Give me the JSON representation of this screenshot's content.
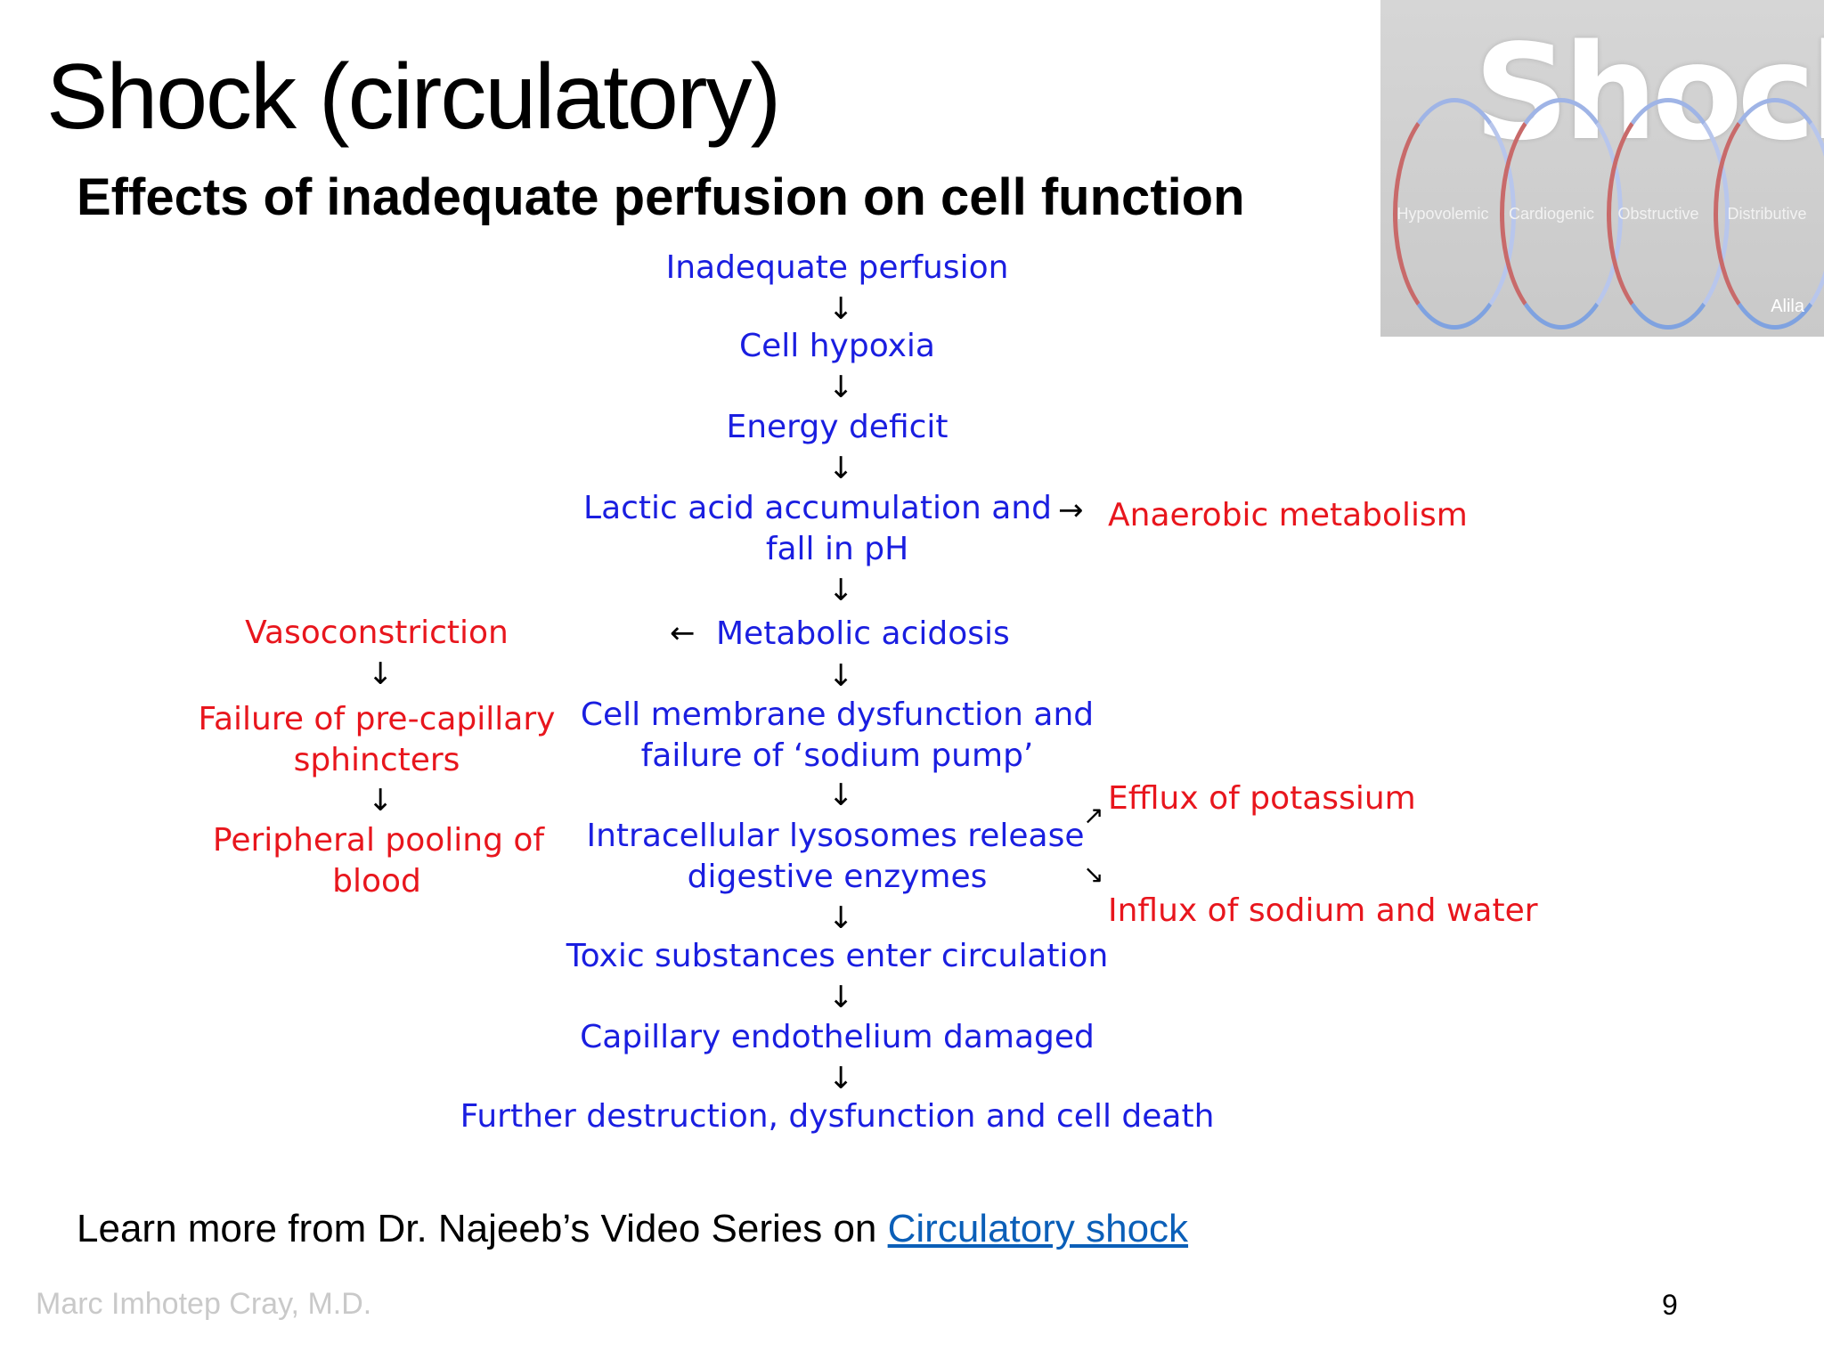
{
  "slide": {
    "title": "Shock (circulatory)",
    "subtitle": "Effects of inadequate perfusion on cell function",
    "author": "Marc Imhotep Cray, M.D.",
    "page_number": "9"
  },
  "thumbnail": {
    "heading": "Shock",
    "labels": [
      "Hypovolemic",
      "Cardiogenic",
      "Obstructive",
      "Distributive"
    ],
    "brand": "Alila"
  },
  "diagram": {
    "main_chain": [
      "Inadequate perfusion",
      "Cell hypoxia",
      "Energy deficit",
      "Lactic acid accumulation and",
      "fall in pH",
      "Metabolic acidosis",
      "Cell membrane dysfunction and",
      "failure of ‘sodium pump’",
      "Intracellular lysosomes release",
      "digestive enzymes",
      "Toxic substances enter circulation",
      "Capillary endothelium damaged",
      "Further destruction, dysfunction and cell death"
    ],
    "side_left": [
      "Vasoconstriction",
      "Failure of pre-capillary",
      "sphincters",
      "Peripheral pooling of",
      "blood"
    ],
    "side_right": [
      "Anaerobic metabolism",
      "Efflux of potassium",
      "Influx of sodium and water"
    ],
    "colors": {
      "main": "#1a1ee0",
      "side": "#e8161d"
    }
  },
  "footer": {
    "text": "Learn more from Dr. Najeeb’s Video Series on ",
    "link_label": " Circulatory shock"
  }
}
